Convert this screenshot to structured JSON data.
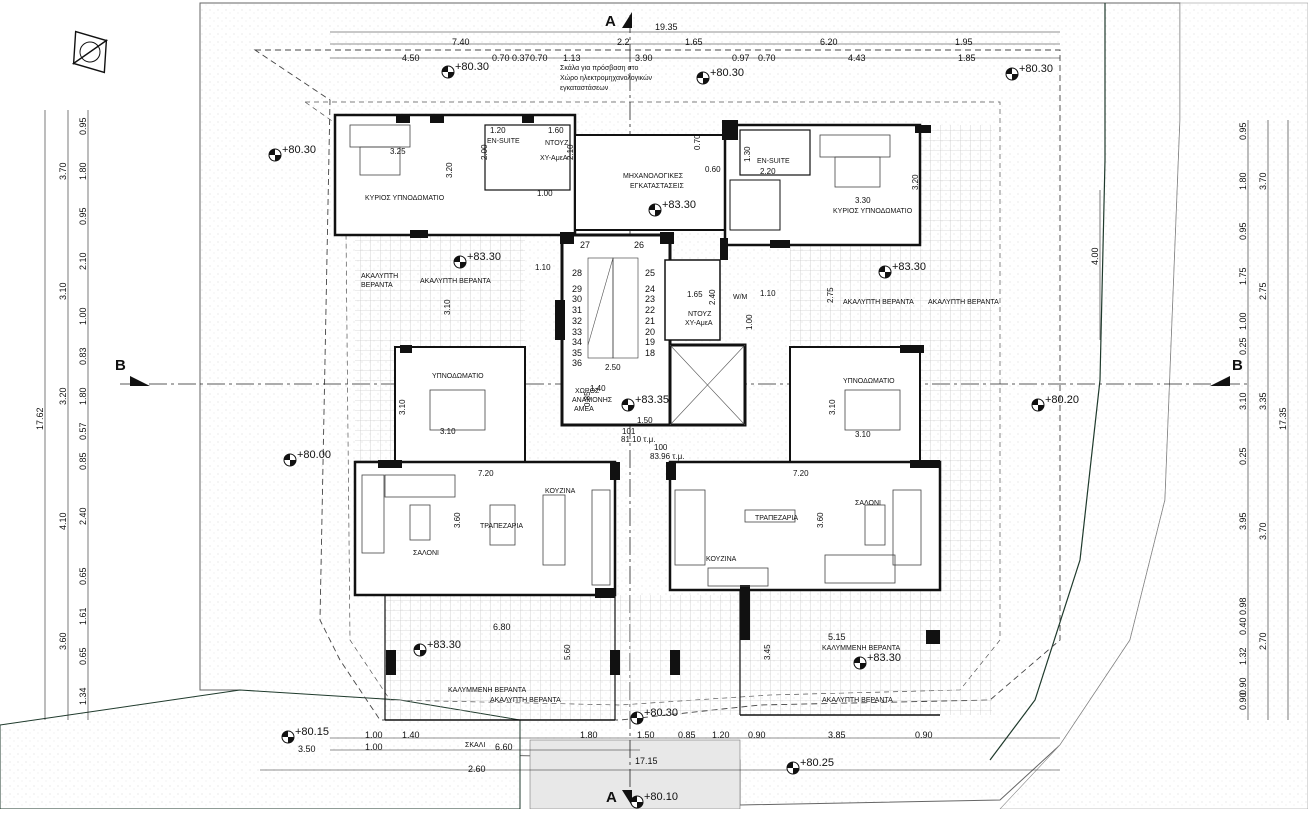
{
  "section_marks": {
    "a": "A",
    "b": "B"
  },
  "dims_top": {
    "total": "19.35",
    "row2": [
      "7.40",
      "2.2",
      "1.65",
      "6.20",
      "1.95"
    ],
    "row3": [
      "4.50",
      "0.70",
      "0.37",
      "0.70",
      "1.13",
      "3.90",
      "0.97",
      "0.70",
      "4.43",
      "1.85"
    ]
  },
  "dims_bottom": {
    "total": "17.15",
    "row1": [
      "1.00",
      "1.40",
      "1.80",
      "1.50",
      "0.85",
      "1.20",
      "0.90",
      "3.85",
      "0.90"
    ],
    "row2": [
      "1.00",
      "6.60"
    ],
    "extra": [
      "3.50",
      "2.60",
      "6.80",
      "5.15"
    ]
  },
  "dims_left": {
    "total": "17.62",
    "col_outer": [
      "3.70",
      "3.10",
      "3.20",
      "4.10",
      "3.60"
    ],
    "col_inner": [
      "0.95",
      "1.80",
      "0.95",
      "2.10",
      "1.00",
      "0.83",
      "1.80",
      "0.57",
      "0.85",
      "2.40",
      "0.65",
      "1.61",
      "0.65",
      "1.34"
    ]
  },
  "dims_right": {
    "total": "17.35",
    "col_outer": [
      "3.70",
      "2.75",
      "3.35",
      "3.70",
      "2.70"
    ],
    "col_inner": [
      "0.95",
      "1.80",
      "0.95",
      "1.75",
      "1.00",
      "0.25",
      "3.10",
      "0.25",
      "3.95",
      "0.98",
      "0.40",
      "1.32",
      "0.90",
      "0.90"
    ],
    "mid": "4.00"
  },
  "levels": {
    "main": "+83.30",
    "stair": "+83.35",
    "ground_nw": "+80.30",
    "ground_ne": "+80.30",
    "ground_w1": "+80.30",
    "ground_w2": "+80.00",
    "ground_e": "+80.20",
    "ground_sw": "+80.15",
    "ground_s1": "+80.30",
    "ground_s2": "+80.25",
    "ground_s3": "+80.10"
  },
  "note": {
    "lines": [
      "Σκάλα για πρόσβαση στο",
      "Χώρο ηλεκτρομηχανολογικών",
      "εγκαταστάσεων"
    ]
  },
  "rooms": {
    "master_w": "ΚΥΡΙΟΣ ΥΠΝΟΔΩΜΑΤΙΟ",
    "master_e": "ΚΥΡΙΟΣ ΥΠΝΟΔΩΜΑΤΙΟ",
    "ensuite_w": "EN-SUITE",
    "ensuite_e": "EN-SUITE",
    "wc_w_1": "ΝΤΟΥΖ",
    "wc_w_2": "ΧΥ-ΑμεΑ",
    "wc_e_1": "ΝΤΟΥΖ",
    "wc_e_2": "ΧΥ-ΑμεΑ",
    "mech_1": "ΜΗΧΑΝΟΛΟΓΙΚΕΣ",
    "mech_2": "ΕΓΚΑΤΑΣΤΑΣΕΙΣ",
    "open_ver_w1": "ΑΚΑΛΥΠΤΗ",
    "open_ver_w2": "ΒΕΡΑΝΤΑ",
    "open_ver_w3": "ΑΚΑΛΥΠΤΗ ΒΕΡΑΝΤΑ",
    "open_ver_e1": "ΑΚΑΛΥΠΤΗ ΒΕΡΑΝΤΑ",
    "open_ver_e2": "ΑΚΑΛΥΠΤΗ ΒΕΡΑΝΤΑ",
    "bed_w": "ΥΠΝΟΔΩΜΑΤΙΟ",
    "bed_e": "ΥΠΝΟΔΩΜΑΤΙΟ",
    "wm": "W/M",
    "waiting_1": "ΧΩΡΟΣ",
    "waiting_2": "ΑΝΑΜΟΝΗΣ",
    "waiting_3": "ΑΜΕΑ",
    "kitchen_w": "ΚΟΥΖΙΝΑ",
    "kitchen_e": "ΚΟΥΖΙΝΑ",
    "dining_w": "ΤΡΑΠΕΖΑΡΙΑ",
    "dining_e": "ΤΡΑΠΕΖΑΡΙΑ",
    "living_w": "ΣΑΛΟΝΙ",
    "living_e": "ΣΑΛΟΝΙ",
    "covered_w": "ΚΑΛΥΜΜΕΝΗ ΒΕΡΑΝΤΑ",
    "covered_e": "ΚΑΛΥΜΜΕΝΗ ΒΕΡΑΝΤΑ",
    "open_s_w": "ΑΚΑΛΥΠΤΗ ΒΕΡΑΝΤΑ",
    "open_s_e": "ΑΚΑΛΥΠΤΗ ΒΕΡΑΝΤΑ",
    "ramp": "ΣΚΑΛΙ"
  },
  "room_dims": {
    "mb_w_w": "3.25",
    "mb_w_h": "3.20",
    "es_w_w": "1.20",
    "es_w_h": "2.00",
    "wc_w_w": "1.60",
    "wc_w_h": "2.10",
    "door_w": "1.00",
    "mb_e_w": "3.30",
    "mb_e_h": "3.20",
    "es_e_w": "2.20",
    "es_e_h": "1.30",
    "mech_a": "0.70",
    "mech_b": "0.60",
    "ver_w_w": "1.10",
    "ver_w_h": "3.10",
    "ver_e_w": "1.10",
    "ver_e_h": "2.75",
    "wc_e_w": "1.65",
    "wc_e_h": "2.40",
    "wc_e_d": "1.00",
    "bed_w_w": "3.10",
    "bed_w_h": "3.10",
    "bed_e_w": "3.10",
    "bed_e_h": "3.10",
    "stair_a": "2.50",
    "stair_b": "1.40",
    "stair_c": "0.85",
    "stair_d": "1.50",
    "liv_w_w": "7.20",
    "liv_w_h": "3.60",
    "liv_e_w": "7.20",
    "liv_e_h": "3.60",
    "cov_w_h": "5.60",
    "cov_e_h": "3.45",
    "tag_101": "101",
    "tag_101v": "81.10 τ.μ.",
    "tag_100": "100",
    "tag_100v": "83.96 τ.μ."
  },
  "steps": [
    "27",
    "26",
    "28",
    "25",
    "29",
    "24",
    "30",
    "23",
    "31",
    "22",
    "32",
    "21",
    "33",
    "20",
    "34",
    "19",
    "35",
    "18",
    "36"
  ]
}
